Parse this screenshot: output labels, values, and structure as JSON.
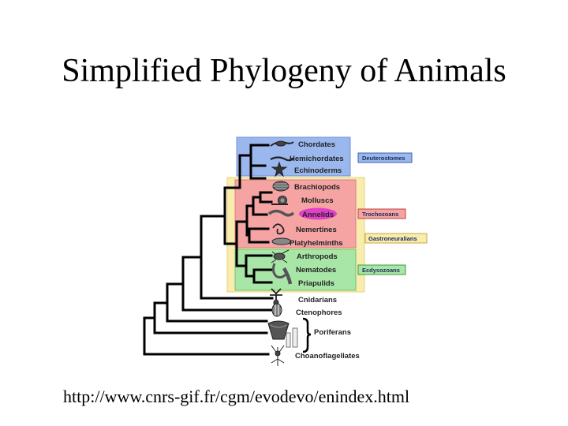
{
  "title": "Simplified Phylogeny of Animals",
  "source_url": "http://www.cnrs-gif.fr/cgm/evodevo/enindex.html",
  "taxa": [
    {
      "label": "Chordates",
      "icon": "lizard-icon"
    },
    {
      "label": "Hemichordates",
      "icon": "acorn-worm-icon"
    },
    {
      "label": "Echinoderms",
      "icon": "starfish-icon"
    },
    {
      "label": "Brachiopods",
      "icon": "lamp-shell-icon"
    },
    {
      "label": "Molluscs",
      "icon": "snail-icon"
    },
    {
      "label": "Annelids",
      "icon": "segmented-worm-icon",
      "highlight": "#e23fc8"
    },
    {
      "label": "Nemertines",
      "icon": "ribbon-worm-icon"
    },
    {
      "label": "Platyhelminths",
      "icon": "flatworm-icon"
    },
    {
      "label": "Arthropods",
      "icon": "insect-icon"
    },
    {
      "label": "Nematodes",
      "icon": "roundworm-icon"
    },
    {
      "label": "Priapulids",
      "icon": "priapulid-icon"
    },
    {
      "label": "Cnidarians",
      "icon": "hydra-icon"
    },
    {
      "label": "Ctenophores",
      "icon": "comb-jelly-icon"
    },
    {
      "label": "Poriferans",
      "icon": "sponge-icon"
    },
    {
      "label": "Choanoflagellates",
      "icon": "choanoflagellate-icon"
    }
  ],
  "clades": {
    "deuterostomes": {
      "label": "Deuterostomes",
      "color": "#9bb8ee"
    },
    "trochozoans": {
      "label": "Trochozoans",
      "color": "#f5a3a3"
    },
    "gastroneuralians": {
      "label": "Gastroneuralians",
      "color": "#f8ecae"
    },
    "ecdysozoans": {
      "label": "Ecdysozoans",
      "color": "#a8e6a8"
    }
  }
}
